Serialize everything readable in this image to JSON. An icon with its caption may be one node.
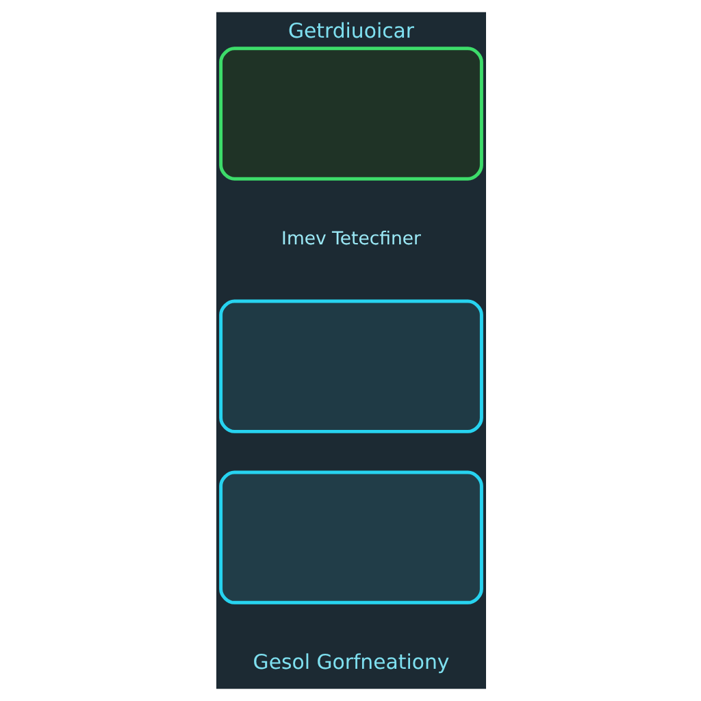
{
  "diagram": {
    "title": "Getrdiuoicar",
    "caption": "Gesol Gorfneationy",
    "nodes": [
      {
        "text": [],
        "shape": "box"
      },
      {
        "text": [],
        "shape": "box"
      },
      {
        "text": [],
        "shape": "box"
      }
    ],
    "labels": [
      "Imev Tetecfiner"
    ]
  }
}
